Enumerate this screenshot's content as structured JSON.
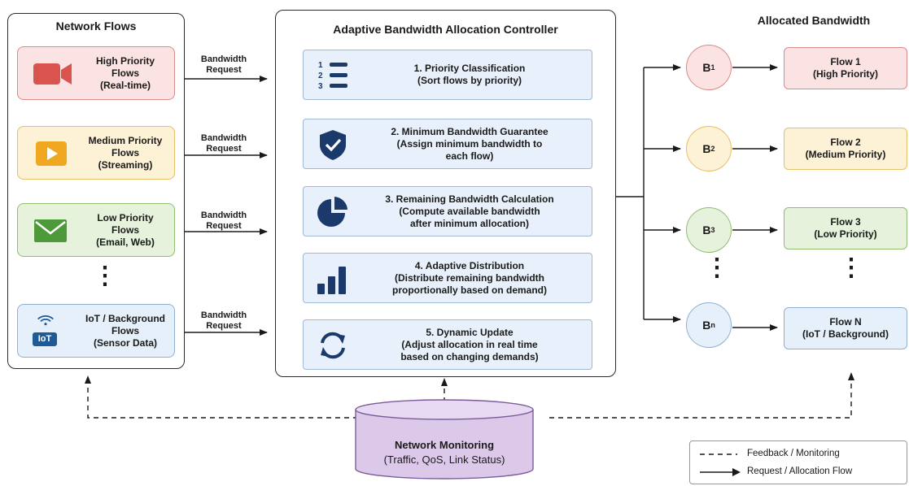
{
  "network_flows": {
    "title": "Network Flows",
    "flows": [
      {
        "line1": "High Priority",
        "line2": "Flows",
        "line3": "(Real-time)",
        "icon": "video-camera-icon",
        "fill": "#fbe3e3",
        "border": "#d98a8a",
        "icon_color": "#d9534f"
      },
      {
        "line1": "Medium Priority",
        "line2": "Flows",
        "line3": "(Streaming)",
        "icon": "play-icon",
        "fill": "#fdf1d6",
        "border": "#e3c069",
        "icon_color": "#f0a820"
      },
      {
        "line1": "Low Priority",
        "line2": "Flows",
        "line3": "(Email, Web)",
        "icon": "envelope-icon",
        "fill": "#e6f2dc",
        "border": "#92bb74",
        "icon_color": "#4e9a3a"
      },
      {
        "line1": "IoT / Background",
        "line2": "Flows",
        "line3": "(Sensor Data)",
        "icon": "iot-wifi-icon",
        "icon_label": "IoT",
        "fill": "#e6f0fa",
        "border": "#8fb0d3",
        "icon_color": "#1f5a96"
      }
    ],
    "request_label_1": "Bandwidth",
    "request_label_2": "Request"
  },
  "controller": {
    "title": "Adaptive Bandwidth Allocation Controller",
    "steps": [
      {
        "line1": "1. Priority Classification",
        "line2": "(Sort flows by priority)",
        "line3": "",
        "icon": "numbered-list-icon",
        "list_numbers": [
          "1",
          "2",
          "3"
        ]
      },
      {
        "line1": "2. Minimum Bandwidth Guarantee",
        "line2": "(Assign minimum bandwidth to",
        "line3": "each flow)",
        "icon": "shield-check-icon"
      },
      {
        "line1": "3. Remaining Bandwidth Calculation",
        "line2": "(Compute available bandwidth",
        "line3": "after minimum allocation)",
        "icon": "pie-chart-icon"
      },
      {
        "line1": "4. Adaptive Distribution",
        "line2": "(Distribute remaining bandwidth",
        "line3": "proportionally based on demand)",
        "icon": "bar-chart-icon"
      },
      {
        "line1": "5. Dynamic Update",
        "line2": "(Adjust allocation in real time",
        "line3": "based on changing demands)",
        "icon": "refresh-icon"
      }
    ]
  },
  "allocated": {
    "title": "Allocated Bandwidth",
    "items": [
      {
        "node": "B",
        "sub": "1",
        "line1": "Flow 1",
        "line2": "(High Priority)",
        "fill": "#fbe3e3",
        "border": "#d98a8a"
      },
      {
        "node": "B",
        "sub": "2",
        "line1": "Flow 2",
        "line2": "(Medium Priority)",
        "fill": "#fdf1d6",
        "border": "#e3c069"
      },
      {
        "node": "B",
        "sub": "3",
        "line1": "Flow 3",
        "line2": "(Low Priority)",
        "fill": "#e6f2dc",
        "border": "#92bb74"
      },
      {
        "node": "B",
        "sub": "n",
        "line1": "Flow N",
        "line2": "(IoT / Background)",
        "fill": "#e6f0fa",
        "border": "#8fb0d3"
      }
    ]
  },
  "monitoring": {
    "title": "Network Monitoring",
    "subtitle": "(Traffic, QoS, Link Status)",
    "fill": "#dcc9ea",
    "border": "#7b5b9a"
  },
  "legend": {
    "feedback": "Feedback / Monitoring",
    "request": "Request / Allocation Flow"
  },
  "colors": {
    "step_icon": "#1b3a6b",
    "line": "#1a1a1a"
  }
}
